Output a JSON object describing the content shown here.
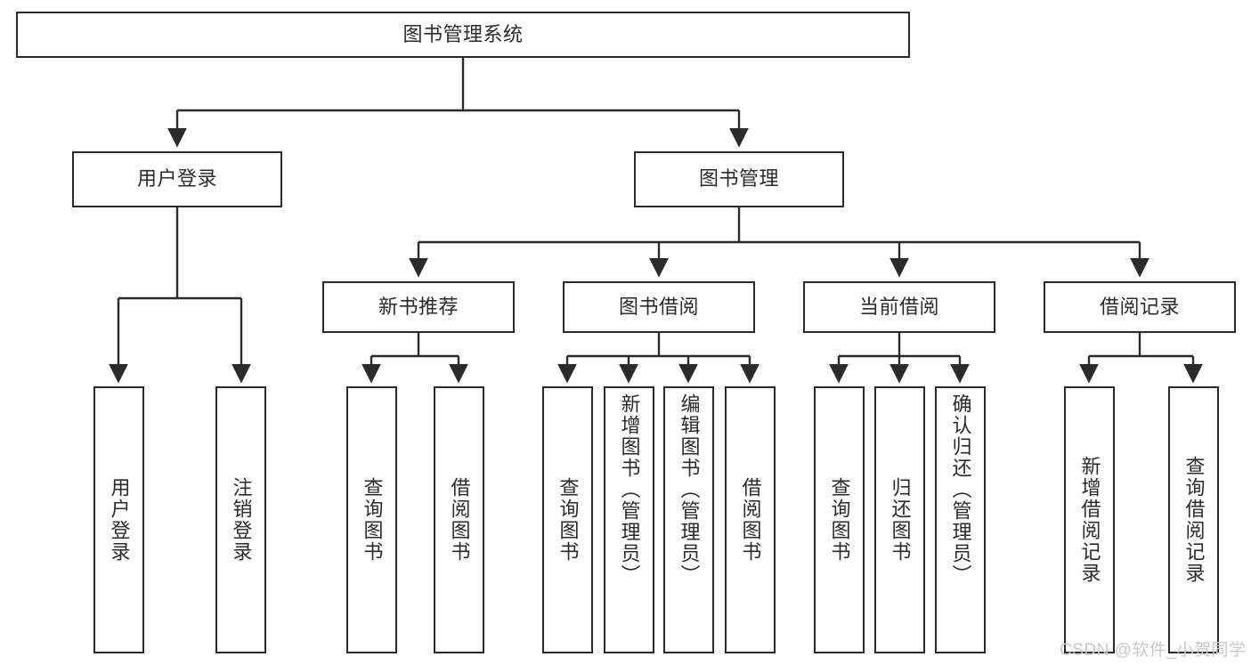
{
  "diagram": {
    "type": "tree-hierarchy",
    "title": "图书管理系统",
    "watermark": "CSDN @软件_小贺同学",
    "colors": {
      "stroke": "#2b2b2b",
      "fill": "#ffffff",
      "background": "#ffffff",
      "watermark": "#c9c9c9"
    },
    "root": {
      "label": "图书管理系统"
    },
    "level1": [
      {
        "label": "用户登录"
      },
      {
        "label": "图书管理"
      }
    ],
    "level2": [
      {
        "label": "新书推荐"
      },
      {
        "label": "图书借阅"
      },
      {
        "label": "当前借阅"
      },
      {
        "label": "借阅记录"
      }
    ],
    "leaves": {
      "user_login": [
        {
          "label": "用户登录"
        },
        {
          "label": "注销登录"
        }
      ],
      "new_book_recommend": [
        {
          "label": "查询图书"
        },
        {
          "label": "借阅图书"
        }
      ],
      "book_borrow": [
        {
          "label": "查询图书"
        },
        {
          "label": "新增图书（管理员）"
        },
        {
          "label": "编辑图书（管理员）"
        },
        {
          "label": "借阅图书"
        }
      ],
      "current_borrow": [
        {
          "label": "查询图书"
        },
        {
          "label": "归还图书"
        },
        {
          "label": "确认归还（管理员）"
        }
      ],
      "borrow_record": [
        {
          "label": "新增借阅记录"
        },
        {
          "label": "查询借阅记录"
        }
      ]
    }
  }
}
